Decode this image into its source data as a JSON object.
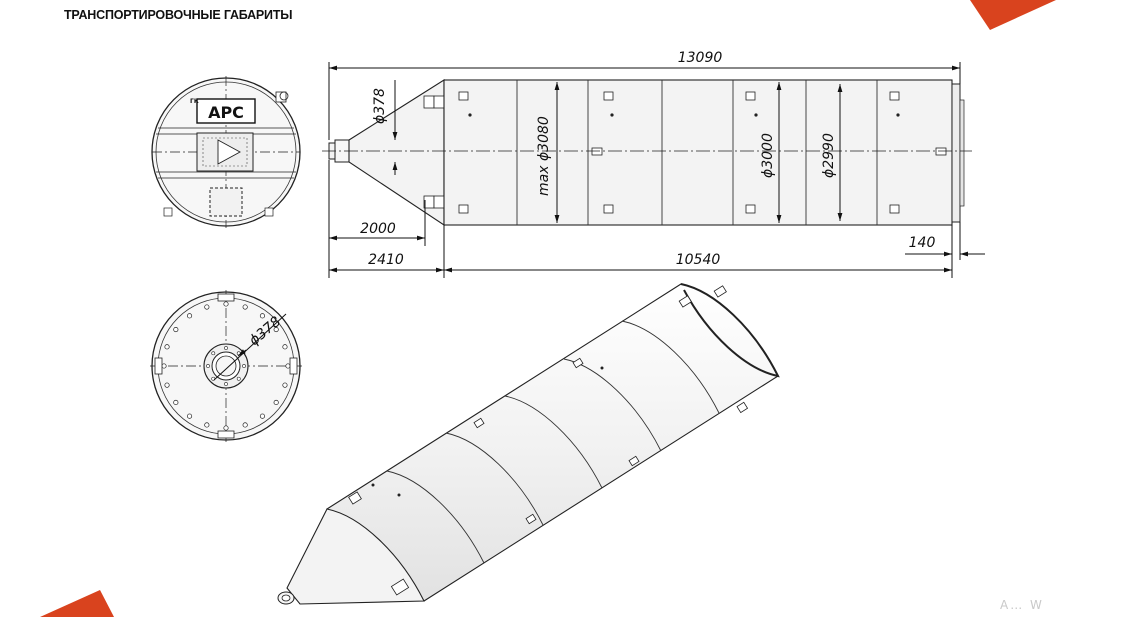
{
  "header": {
    "title": "ТРАНСПОРТИРОВОЧНЫЕ ГАБАРИТЫ"
  },
  "colors": {
    "accent": "#d9431e",
    "line": "#111111",
    "body_fill": "#f3f3f3"
  },
  "logo": {
    "prefix": "ГК",
    "text": "АРС"
  },
  "dimensions": {
    "overall_length": "13090",
    "cone_length": "2000",
    "cone_with_flange": "2410",
    "body_length": "10540",
    "end_offset": "140",
    "outlet_dia": "ϕ378",
    "max_dia": "max ϕ3080",
    "body_dia": "ϕ3000",
    "inner_dia": "ϕ2990",
    "bottom_outlet_dia": "ϕ378"
  },
  "watermark": {
    "text": "A… W"
  }
}
